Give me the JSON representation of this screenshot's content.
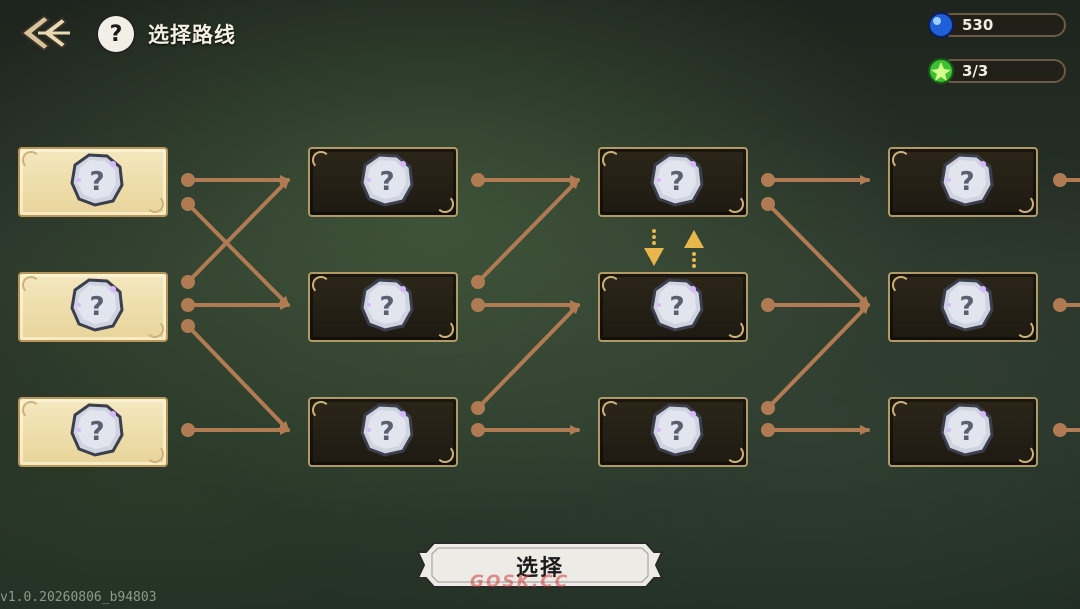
{
  "header": {
    "title": "选择路线",
    "help_glyph": "?",
    "back_icon": "double-chevron-left-icon"
  },
  "currencies": [
    {
      "icon": "blue-orb-icon",
      "value": "530",
      "color": "#1f5fd8"
    },
    {
      "icon": "green-gem-icon",
      "value": "3/3",
      "color": "#3fbf34"
    }
  ],
  "map": {
    "node_glyph": "?",
    "columns": [
      {
        "state": "selectable",
        "nodes": [
          "?",
          "?",
          "?"
        ]
      },
      {
        "state": "locked",
        "nodes": [
          "?",
          "?",
          "?"
        ]
      },
      {
        "state": "locked",
        "nodes": [
          "?",
          "?",
          "?"
        ]
      },
      {
        "state": "locked",
        "nodes": [
          "?",
          "?",
          "?"
        ]
      }
    ],
    "colors": {
      "path": "#b07b52",
      "lit_card": "#efe0ae",
      "dark_card": "#241f15",
      "swap_arrows": "#e8b64a"
    }
  },
  "footer": {
    "select_label": "选择",
    "version": "v1.0.20260806_b94803",
    "watermark": "GOSK.CC"
  }
}
